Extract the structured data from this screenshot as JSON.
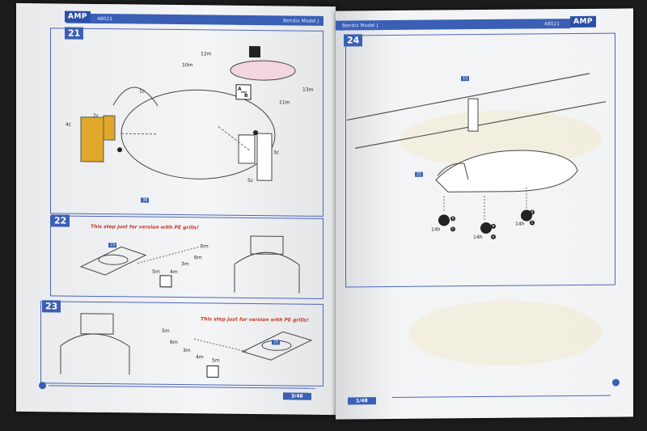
{
  "left_page": {
    "logo": "AMP",
    "kit_code": "48021",
    "title": "Bendix Model J",
    "page_number": "3/48",
    "steps": [
      {
        "number": "21",
        "parts": [
          "12m",
          "10m",
          "13m",
          "11m",
          "1c",
          "2c",
          "4c",
          "3c",
          "5c"
        ],
        "sub_label": "38"
      },
      {
        "number": "22",
        "note": "This step just for version with PE grills!",
        "parts": [
          "5m",
          "6m",
          "3m",
          "4m",
          "5m"
        ],
        "sub_label": "23"
      },
      {
        "number": "23",
        "note": "This step just for version with PE grills!",
        "parts": [
          "5m",
          "6m",
          "3m",
          "4m",
          "5m"
        ],
        "sub_label": "21"
      }
    ],
    "callout_ab": [
      "A",
      "B"
    ]
  },
  "right_page": {
    "logo": "AMP",
    "kit_code": "48021",
    "title": "Bendix Model J",
    "page_number": "1/48",
    "steps": [
      {
        "number": "24",
        "rotor_label": "15",
        "body_label": "21",
        "wheel_part": "14h",
        "dots": [
          "B",
          "E"
        ]
      }
    ]
  },
  "colors": {
    "accent": "#3a5fb5",
    "note": "#c23a2a",
    "part_highlight": "#e0a82a"
  }
}
